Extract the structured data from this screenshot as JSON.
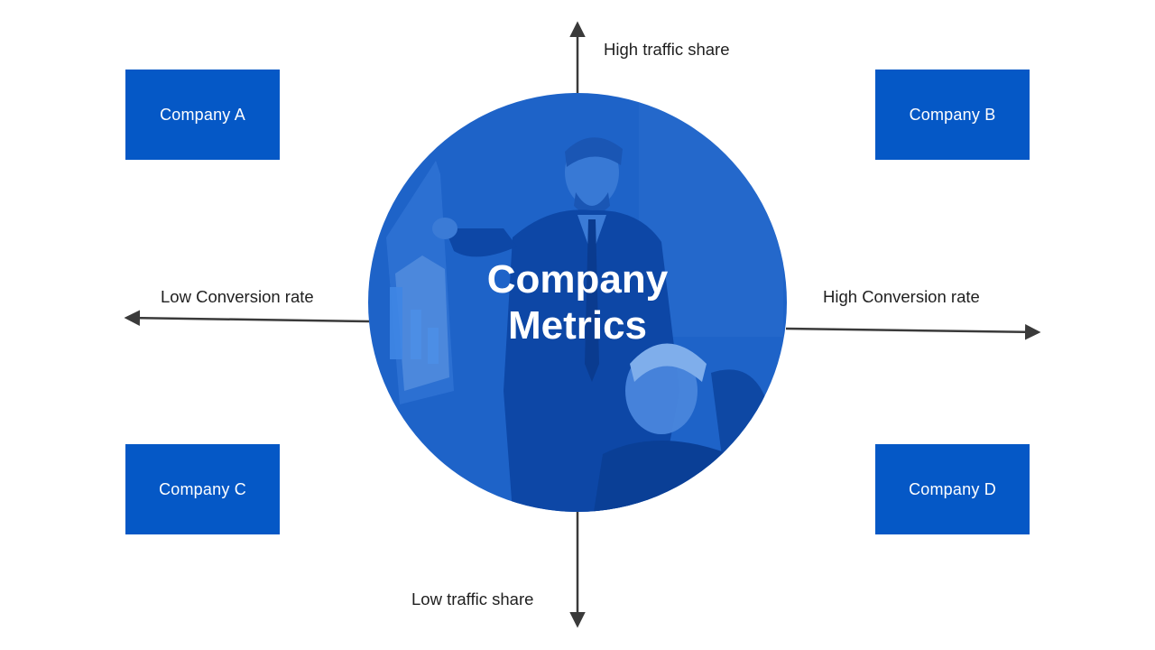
{
  "colors": {
    "box_fill": "#0558C6",
    "circle_fill": "#1E63C8",
    "axis_color": "#3A3A3A",
    "text_white": "#FFFFFF"
  },
  "center": {
    "title_line1": "Company",
    "title_line2": "Metrics",
    "photo": "business-presentation-photo"
  },
  "axes": {
    "top": "High traffic share",
    "bottom": "Low traffic share",
    "left": "Low Conversion rate",
    "right": "High Conversion rate"
  },
  "quadrants": {
    "top_left": "Company A",
    "top_right": "Company B",
    "bottom_left": "Company C",
    "bottom_right": "Company D"
  }
}
